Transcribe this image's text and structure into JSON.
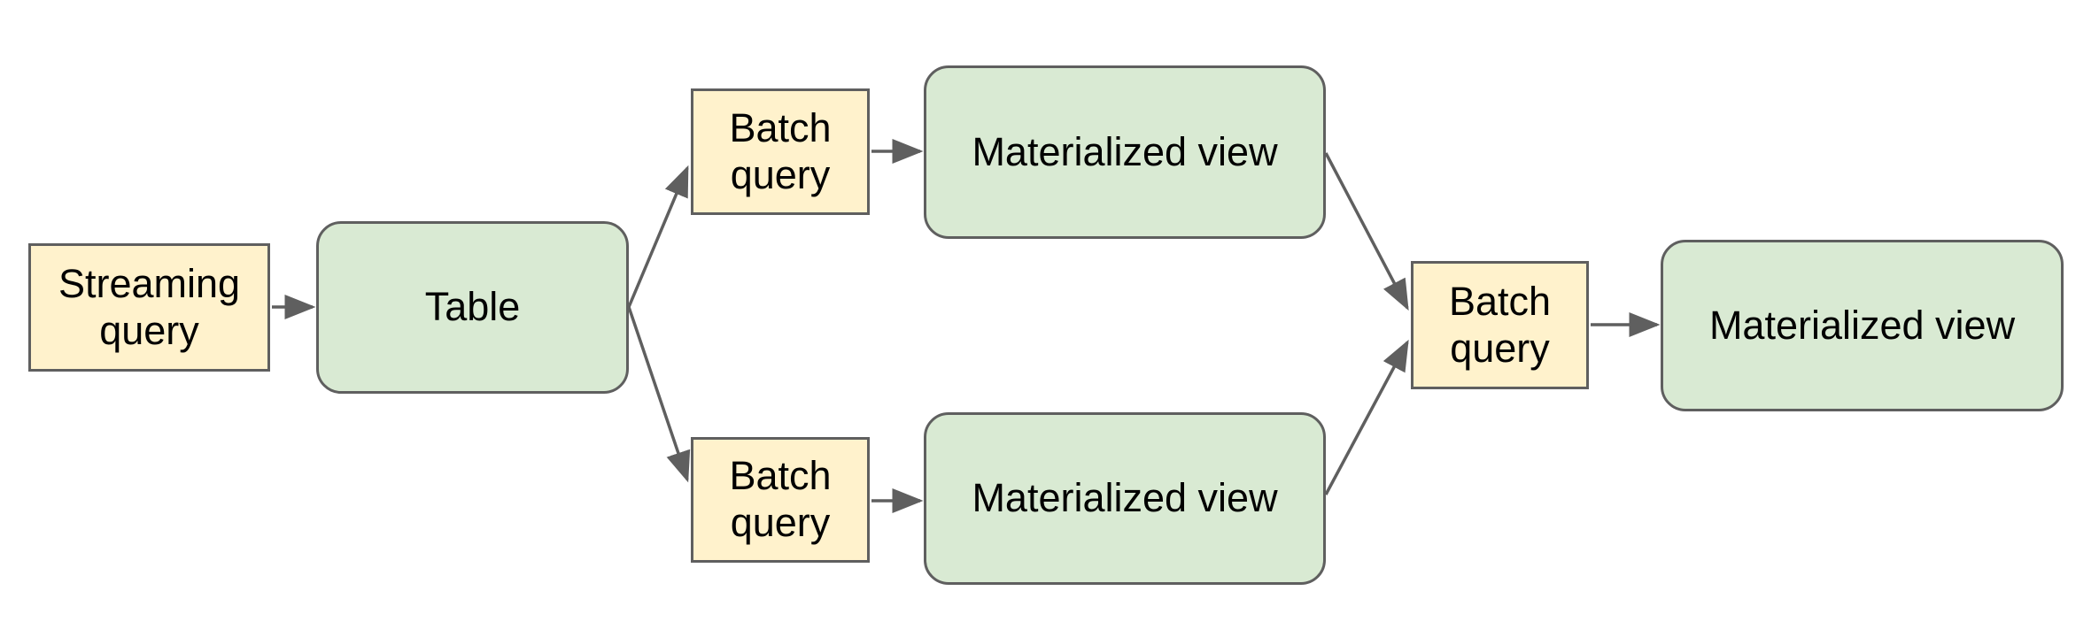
{
  "diagram": {
    "nodes": [
      {
        "id": "streaming-query",
        "label": "Streaming query",
        "kind": "query"
      },
      {
        "id": "table",
        "label": "Table",
        "kind": "table"
      },
      {
        "id": "batch-query-top",
        "label": "Batch query",
        "kind": "query"
      },
      {
        "id": "materialized-view-top",
        "label": "Materialized view",
        "kind": "table"
      },
      {
        "id": "batch-query-bottom",
        "label": "Batch query",
        "kind": "query"
      },
      {
        "id": "materialized-view-bottom",
        "label": "Materialized view",
        "kind": "table"
      },
      {
        "id": "batch-query-right",
        "label": "Batch query",
        "kind": "query"
      },
      {
        "id": "materialized-view-final",
        "label": "Materialized view",
        "kind": "table"
      }
    ],
    "edges": [
      {
        "from": "streaming-query",
        "to": "table"
      },
      {
        "from": "table",
        "to": "batch-query-top"
      },
      {
        "from": "table",
        "to": "batch-query-bottom"
      },
      {
        "from": "batch-query-top",
        "to": "materialized-view-top"
      },
      {
        "from": "batch-query-bottom",
        "to": "materialized-view-bottom"
      },
      {
        "from": "materialized-view-top",
        "to": "batch-query-right"
      },
      {
        "from": "materialized-view-bottom",
        "to": "batch-query-right"
      },
      {
        "from": "batch-query-right",
        "to": "materialized-view-final"
      }
    ],
    "colors": {
      "query_fill": "#fff2cc",
      "table_fill": "#d9ead3",
      "stroke": "#5f5f5f",
      "text": "#000000",
      "background": "#ffffff"
    }
  }
}
